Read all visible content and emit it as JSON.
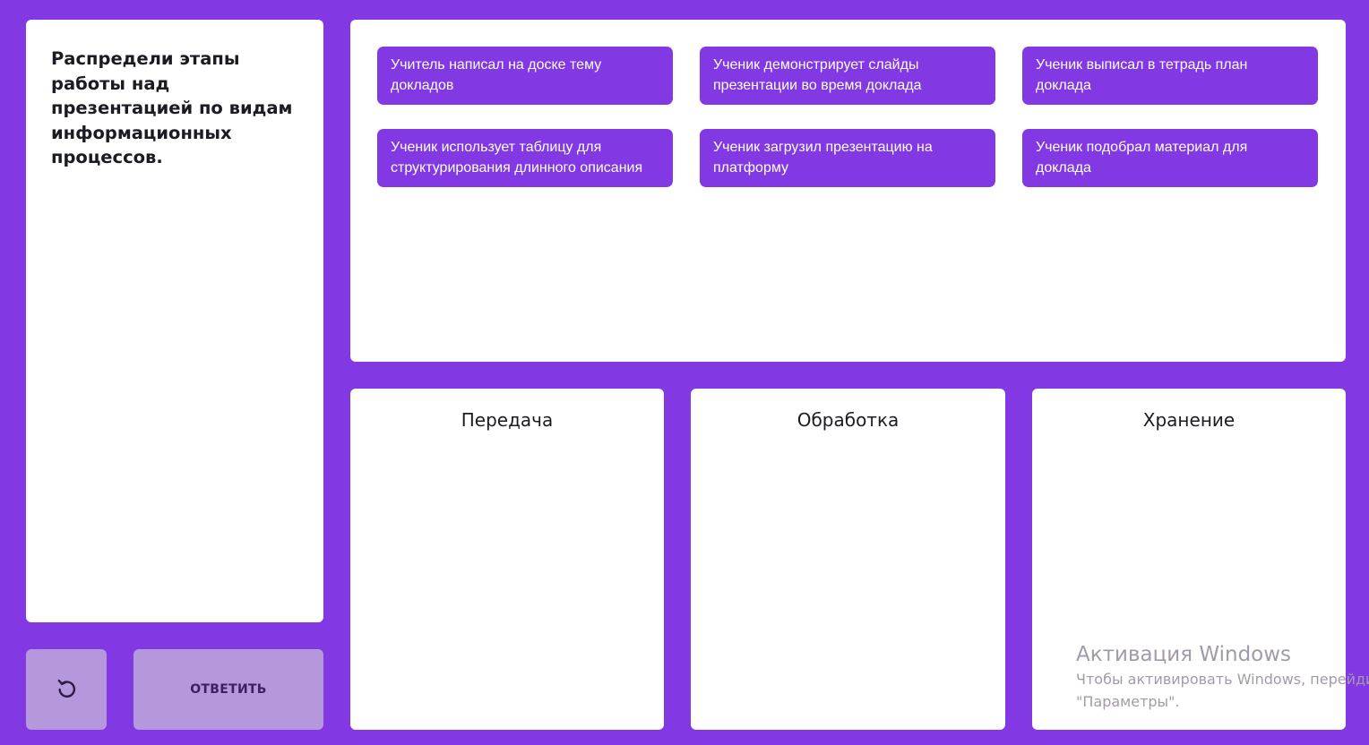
{
  "task": {
    "text": "Распредели этапы работы над презентацией по видам информационных процессов."
  },
  "cards": [
    "Учитель написал на доске тему докладов",
    "Ученик демонстрирует слайды презентации во время доклада",
    "Ученик выписал в тетрадь план доклада",
    "Ученик использует таблицу для структурирования длинного описания",
    "Ученик загрузил презентацию на платформу",
    "Ученик подобрал материал для доклада"
  ],
  "zones": [
    "Передача",
    "Обработка",
    "Хранение"
  ],
  "controls": {
    "reset_icon": "undo-arrow-icon",
    "answer_label": "ОТВЕТИТЬ"
  },
  "watermark": {
    "title": "Активация Windows",
    "line1": "Чтобы активировать Windows, перейдите",
    "line2": "\"Параметры\"."
  },
  "colors": {
    "background": "#8239e3",
    "card": "#8239e3",
    "panel": "#ffffff",
    "button": "#b597dc"
  }
}
